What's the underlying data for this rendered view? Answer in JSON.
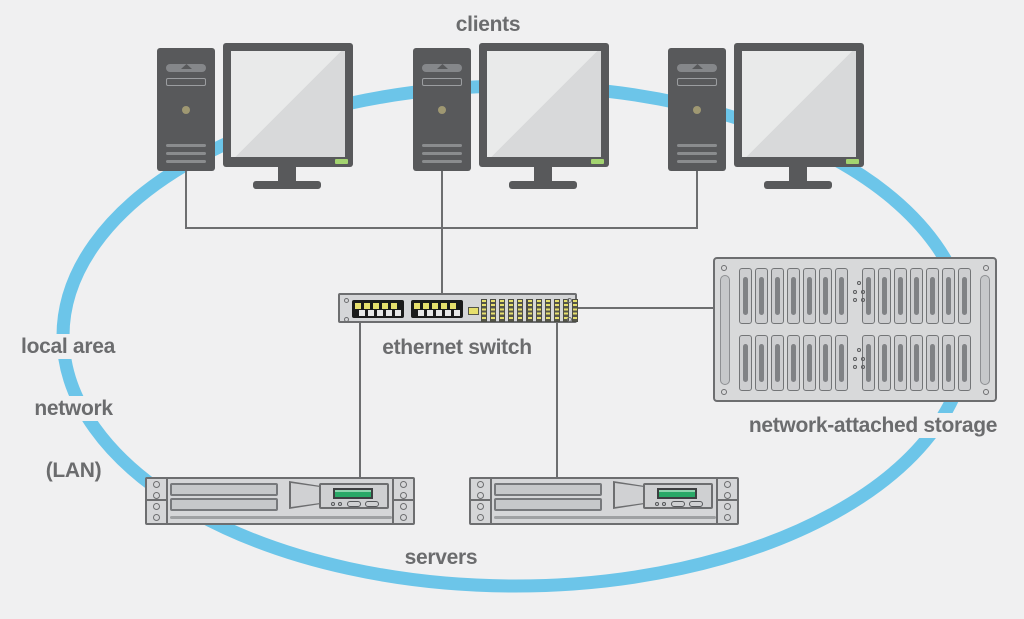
{
  "labels": {
    "clients": "clients",
    "lan_line1": "local area",
    "lan_line2": "network",
    "lan_line3": "(LAN)",
    "ethernet_switch": "ethernet switch",
    "nas": "network-attached storage",
    "servers": "servers"
  },
  "nodes": {
    "client_count": 3,
    "server_count": 2,
    "switch_count": 1,
    "nas_count": 1
  },
  "colors": {
    "background": "#f0f0f1",
    "lan_ring": "#6cc5e9",
    "device_dark": "#58595b",
    "device_light": "#d5d6d8",
    "outline": "#6d6e70",
    "text": "#6b6c6e",
    "port_yellow": "#e6df6d",
    "led_green": "#a3d470",
    "server_green": "#29a967",
    "power_olive": "#9f9872"
  }
}
